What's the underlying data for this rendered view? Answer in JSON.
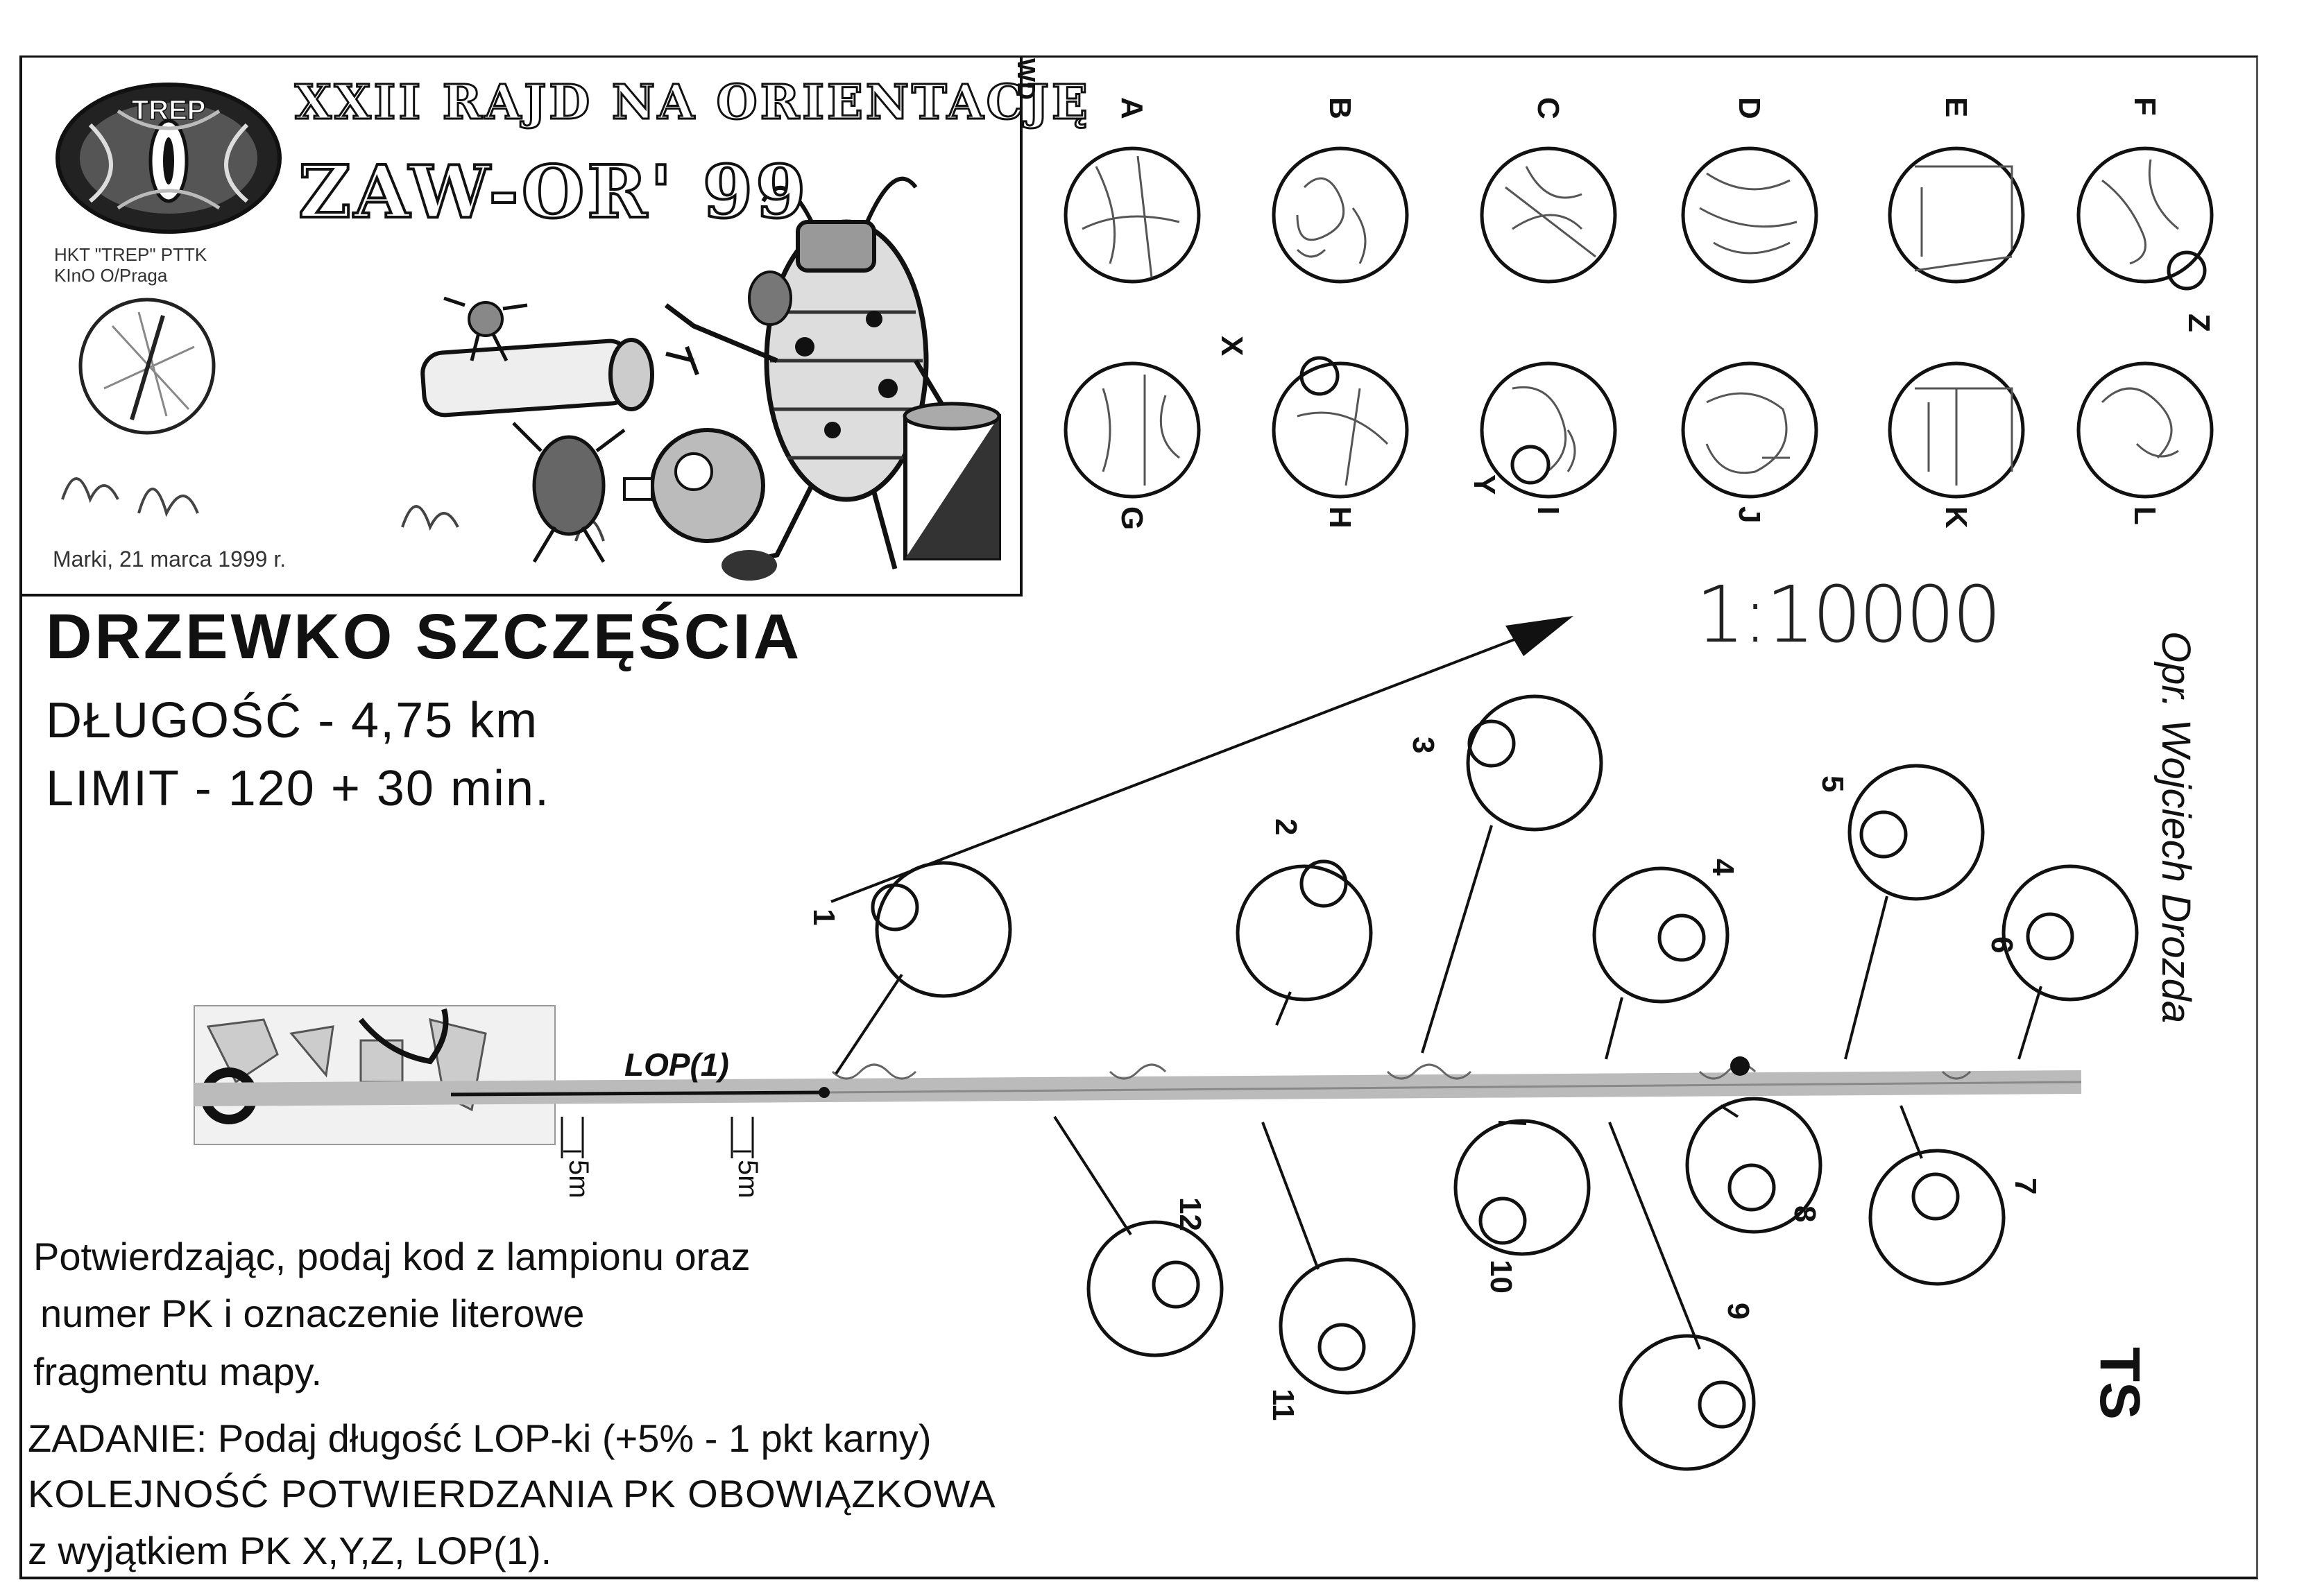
{
  "header": {
    "event_title": "XXII RAJD NA ORIENTACJĘ",
    "event_subtitle": "ZAW-OR' 99",
    "club_badge": "TREP",
    "club_line1": "HKT \"TREP\" PTTK",
    "club_line2": "KInO O/Praga",
    "venue_date": "Marki, 21 marca 1999 r."
  },
  "route": {
    "name": "DRZEWKO  SZCZĘŚCIA",
    "length_line": "DŁUGOŚĆ  -  4,75  km",
    "limit_line": "LIMIT  -  120  +  30  min."
  },
  "instructions": {
    "line1": "Potwierdzając, podaj kod z lampionu oraz",
    "line2": "numer PK i oznaczenie literowe",
    "line3": "fragmentu mapy.",
    "task": "ZADANIE: Podaj długość LOP-ki (+5% - 1 pkt karny)",
    "order1": "KOLEJNOŚĆ  POTWIERDZANIA  PK  OBOWIĄZKOWA",
    "order2": "z  wyjątkiem  PK  X,Y,Z,  LOP(1)."
  },
  "map": {
    "scale": "1:10000",
    "author": "Opr. Wojciech Drozda",
    "route_code": "TS",
    "lop_label": "LOP(1)",
    "distance_marks": [
      "5m",
      "5m"
    ],
    "top_right_mark": "WD",
    "fragments": [
      "A",
      "B",
      "C",
      "D",
      "E",
      "F",
      "G",
      "H",
      "I",
      "J",
      "K",
      "L"
    ],
    "extra_points": [
      "X",
      "Y",
      "Z"
    ],
    "checkpoints": [
      "1",
      "2",
      "3",
      "4",
      "5",
      "6",
      "7",
      "8",
      "9",
      "10",
      "11",
      "12"
    ]
  },
  "colors": {
    "ink": "#111111",
    "paper": "#ffffff",
    "gray": "#777777"
  }
}
